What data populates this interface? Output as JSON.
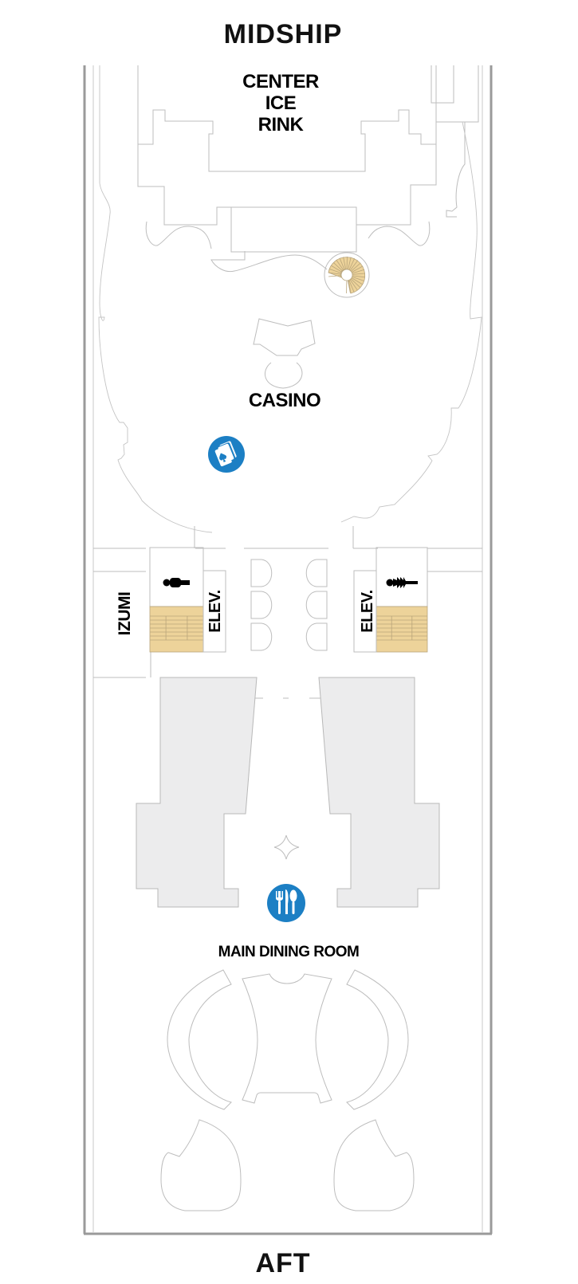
{
  "map": {
    "orientation_top": "MIDSHIP",
    "orientation_bottom": "AFT",
    "colors": {
      "amenity_icon": "#1c7fc4",
      "stairs": "#edd39a",
      "restricted_area": "#ececed",
      "walls": "#bdbdbd",
      "hull": "#9a9a9a",
      "label_text": "#000000"
    },
    "venues": [
      {
        "id": "center-ice-rink",
        "lines": [
          "CENTER",
          "ICE",
          "RINK"
        ]
      },
      {
        "id": "casino",
        "label": "CASINO",
        "icon": "playing-cards-icon"
      },
      {
        "id": "izumi",
        "label": "IZUMI"
      },
      {
        "id": "main-dining-room",
        "label": "MAIN DINING ROOM",
        "icon": "utensils-icon"
      }
    ],
    "facilities": [
      {
        "id": "elevator-left",
        "label": "ELEV."
      },
      {
        "id": "elevator-right",
        "label": "ELEV."
      },
      {
        "id": "restroom-men",
        "icon": "mens-restroom-icon"
      },
      {
        "id": "restroom-women",
        "icon": "womens-restroom-icon"
      },
      {
        "id": "spiral-staircase",
        "icon": "spiral-staircase-icon"
      },
      {
        "id": "stairs-left",
        "icon": "stairs-icon"
      },
      {
        "id": "stairs-right",
        "icon": "stairs-icon"
      }
    ]
  }
}
